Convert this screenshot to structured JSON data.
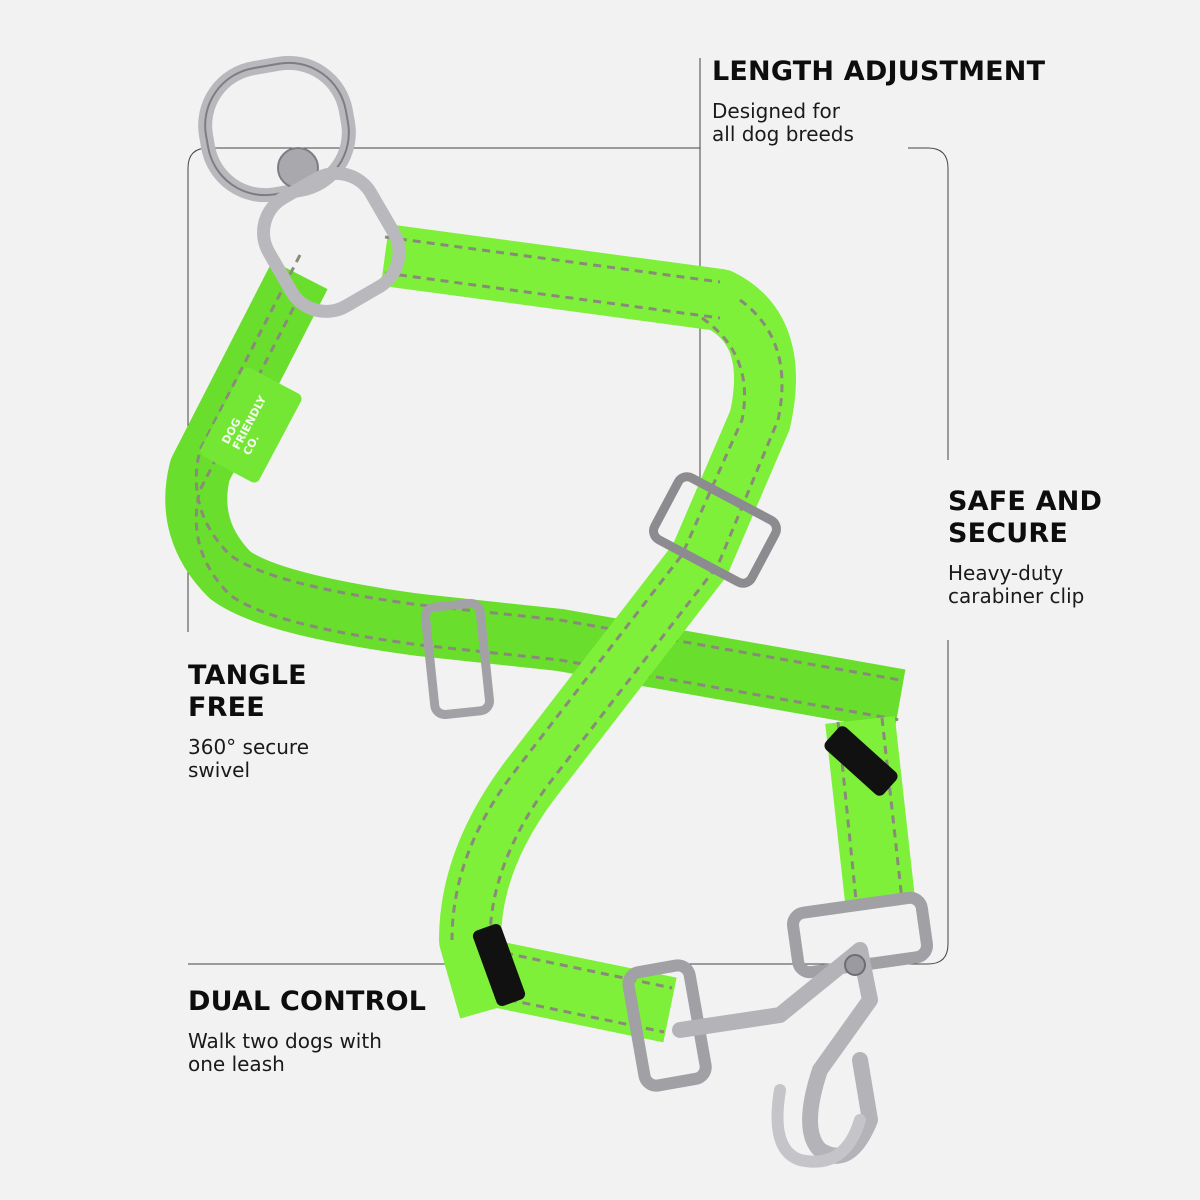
{
  "colors": {
    "background": "#f2f2f2",
    "webbing": "#7ef03a",
    "webbing_dark": "#5fd01e",
    "stitch": "#8a8a7a",
    "metal": "#b9b9bd",
    "metal_dark": "#7d7d83",
    "keeper": "#111111",
    "line": "#444444"
  },
  "product": {
    "brand_label": "DOG\nFRIENDLY\nCO."
  },
  "callouts": {
    "length": {
      "title": "LENGTH ADJUSTMENT",
      "desc": "Designed for\nall dog breeds"
    },
    "safe": {
      "title": "SAFE AND\nSECURE",
      "desc": "Heavy-duty\ncarabiner clip"
    },
    "tangle": {
      "title": "TANGLE\nFREE",
      "desc": "360° secure\nswivel"
    },
    "dual": {
      "title": "DUAL CONTROL",
      "desc": "Walk two dogs with\none leash"
    }
  }
}
